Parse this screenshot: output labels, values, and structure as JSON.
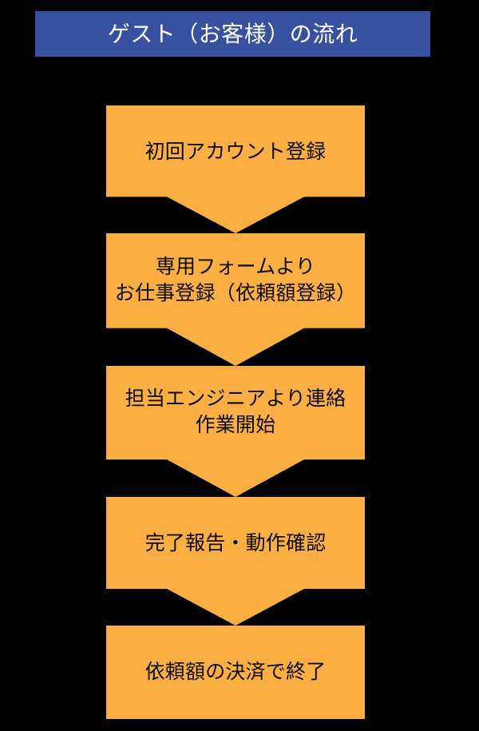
{
  "banner": {
    "title": "ゲスト（お客様）の流れ",
    "background_color": "#3850a0",
    "text_color": "#ffffff"
  },
  "theme": {
    "page_background": "#000000",
    "step_fill_color": "#fbaf43",
    "step_text_color": "#0a0a0a"
  },
  "flow": {
    "steps": [
      {
        "order": "1",
        "label": "初回アカウント登録",
        "shape": "chevron"
      },
      {
        "order": "2",
        "label": "専用フォームより\nお仕事登録（依頼額登録）",
        "shape": "chevron"
      },
      {
        "order": "3",
        "label": "担当エンジニアより連絡\n作業開始",
        "shape": "chevron"
      },
      {
        "order": "4",
        "label": "完了報告・動作確認",
        "shape": "chevron"
      },
      {
        "order": "5",
        "label": "依頼額の決済で終了",
        "shape": "rectangle"
      }
    ]
  }
}
